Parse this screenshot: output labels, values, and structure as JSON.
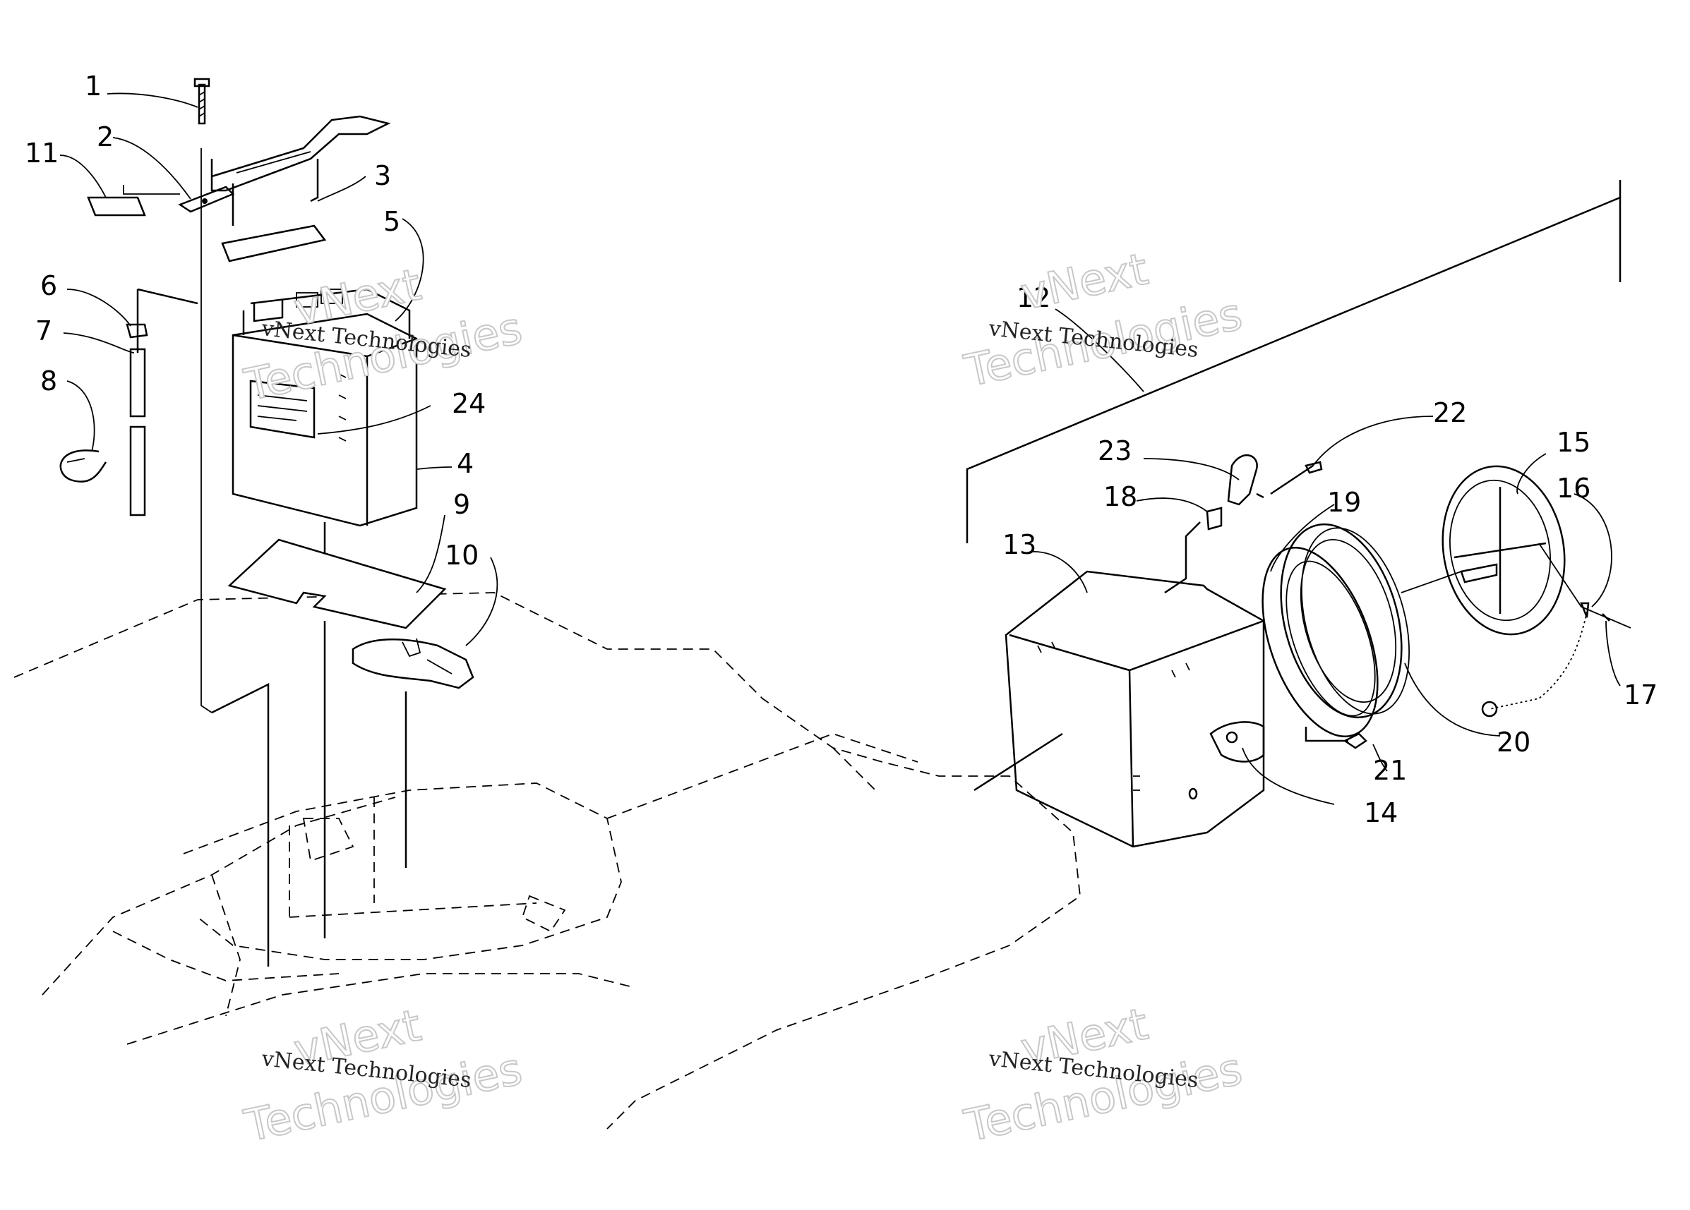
{
  "diagram": {
    "callouts": [
      "1",
      "2",
      "3",
      "4",
      "5",
      "6",
      "7",
      "8",
      "9",
      "10",
      "11",
      "12",
      "13",
      "14",
      "15",
      "16",
      "17",
      "18",
      "19",
      "20",
      "21",
      "22",
      "23",
      "24"
    ],
    "watermark": {
      "line1": "vNext",
      "line2": "vNext Technologies",
      "line3": "Technologies"
    }
  }
}
